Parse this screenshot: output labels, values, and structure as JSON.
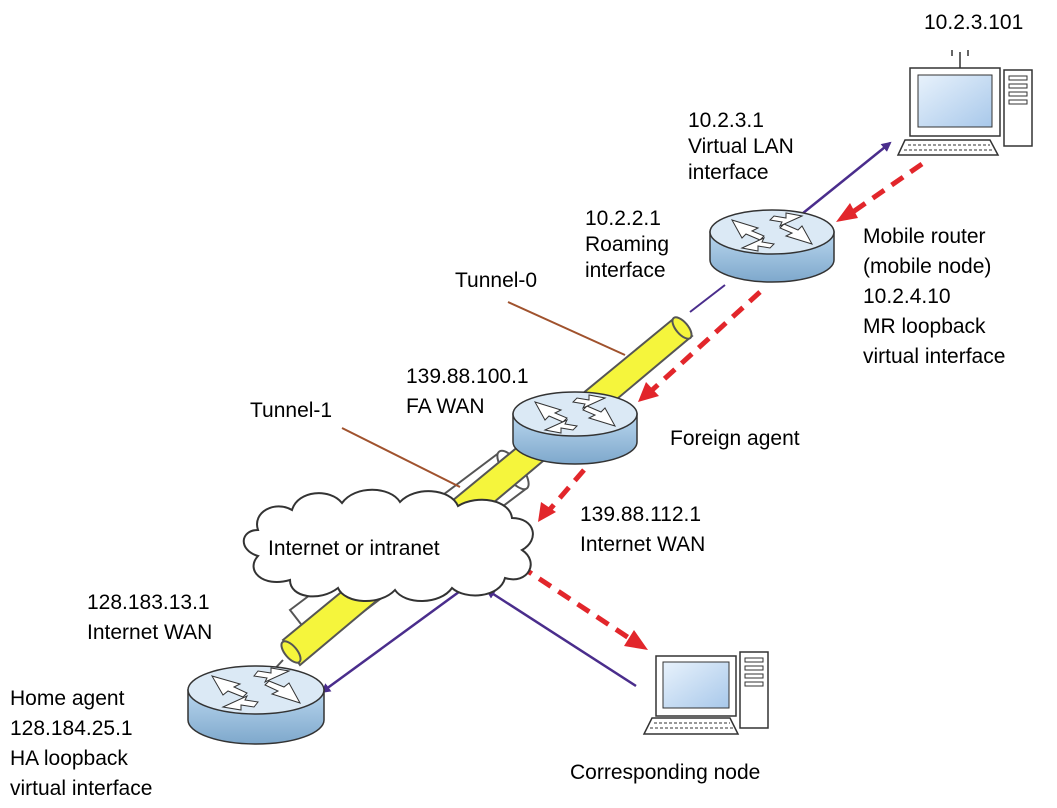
{
  "colors": {
    "background": "#ffffff",
    "tunnel_fill": "#f5f53c",
    "tunnel_stroke": "#555555",
    "outer_tunnel_fill": "#ffffff",
    "forward_arrow": "#4a2d8c",
    "reverse_arrow": "#e2262b",
    "router_body": "#9fc4e2",
    "router_top": "#dbe9f5",
    "leader_line": "#a0522d"
  },
  "labels": {
    "mobile_host_ip": "10.2.3.101",
    "virtual_lan": [
      "10.2.3.1",
      "Virtual LAN",
      "interface"
    ],
    "roaming": [
      "10.2.2.1",
      "Roaming",
      "interface"
    ],
    "mobile_router": [
      "Mobile router",
      "(mobile node)",
      "10.2.4.10",
      "MR loopback",
      "virtual interface"
    ],
    "tunnel0": "Tunnel-0",
    "tunnel1": "Tunnel-1",
    "fa_wan": [
      "139.88.100.1",
      "FA WAN"
    ],
    "foreign_agent": "Foreign agent",
    "fa_internet_wan": [
      "139.88.112.1",
      "Internet WAN"
    ],
    "cloud": "Internet or intranet",
    "ha_wan": [
      "128.183.13.1",
      "Internet WAN"
    ],
    "home_agent": [
      "Home agent",
      "128.184.25.1",
      "HA loopback",
      "virtual interface"
    ],
    "corresponding_node": "Corresponding node"
  },
  "icons": {
    "router": "router-icon",
    "computer": "desktop-computer-icon",
    "cloud": "cloud-icon"
  }
}
